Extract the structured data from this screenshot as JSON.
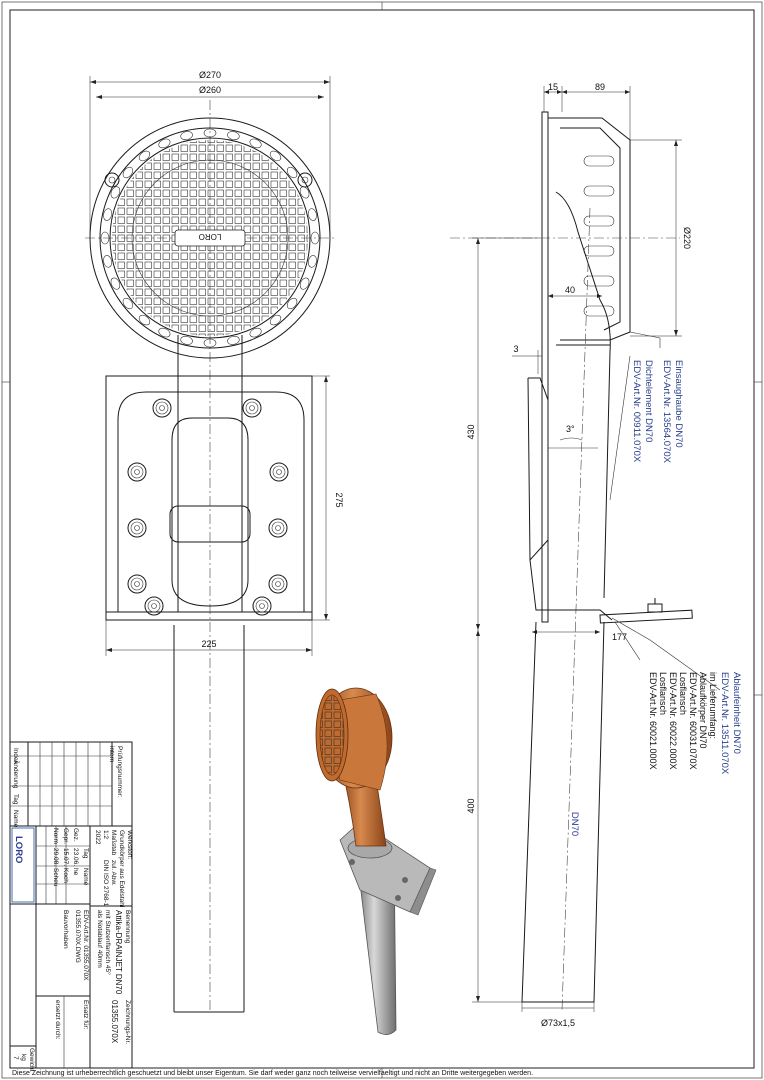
{
  "dimensions": {
    "d270": "Ø270",
    "d260": "Ø260",
    "w275": "275",
    "w225": "225",
    "s15": "15",
    "s89": "89",
    "d220": "Ø220",
    "s40": "40",
    "s3": "3",
    "h430": "430",
    "angle": "3°",
    "s177": "177",
    "h400": "400",
    "pipe_label": "DN70",
    "pipe_dim": "Ø73x1,5"
  },
  "labels": {
    "einsaug_1": "Einsaughaube DN70",
    "einsaug_2": "EDV-Art.Nr. 13564.070X",
    "dicht_1": "Dichtelement DN70",
    "dicht_2": "EDV-Art.Nr. 00911.070X",
    "ablauf_1": "Ablaufeinheit DN70",
    "ablauf_2": "EDV-Art.Nr. 13511.070X",
    "ablauf_3": "im Lieferumfang:",
    "ablauf_4": "Ablaufkörper DN70",
    "ablauf_5": "EDV-Art.Nr. 60031.070X",
    "ablauf_6": "Losflansch",
    "ablauf_7": "EDV-Art.Nr. 60022.000X",
    "ablauf_8": "Losflansch",
    "ablauf_9": "EDV-Art.Nr. 60021.000X",
    "logo_text": "LORO"
  },
  "title_block": {
    "index": "Index",
    "aenderung": "Änderung",
    "tag": "Tag",
    "name": "Name",
    "pruefung": "Prüfungsnummer:",
    "pruefung_val": "intern",
    "werkstoff": "Werkstoff:",
    "werkstoff_val": "Grundkörper aus Edelstahl",
    "massstab": "Maßstab",
    "massstab_val": "1:2",
    "zul_abw": "zul. Abw.",
    "norm": "DIN ISO 2768-1",
    "year": "2022",
    "col_tag": "Tag",
    "col_name": "Name",
    "gez": "Gez.",
    "gez_date": "23.06.",
    "gez_name": "he",
    "gepr": "Gepr.",
    "gepr_date": "15.07.",
    "gepr_name": "Koch",
    "norm2": "Norm",
    "norm2_date": "29.08.",
    "norm2_name": "Scheu",
    "benennung": "Benennung",
    "title_1": "Attika-DRAINJET DN70",
    "title_2": "mit Stutzenflansch 45°",
    "title_3": "als Notablauf 40mm",
    "edv": "EDV-Art.Nr. 01355.070X",
    "file": "01355.070X.DWG",
    "bauvorhaben": "Bauvorhaben",
    "zeichnungs_nr": "Zeichnungs-Nr.",
    "zeichnungs_val": "01355.070X",
    "ersatz_fuer": "Ersatz für:",
    "ersetzt_durch": "ersetzt durch:",
    "gewicht": "Gewicht",
    "kg": "kg",
    "kg_val": "7"
  },
  "footer": "Diese Zeichnung ist urheberrechtlich geschuetzt und bleibt unser Eigentum. Sie darf weder ganz noch teilweise vervielfaeltigt und nicht an Dritte weitergegeben werden.",
  "colors": {
    "line": "#1a1a1a",
    "blue_text": "#2a3f8f",
    "copper": "#b8652f",
    "steel": "#9a9a9a"
  }
}
